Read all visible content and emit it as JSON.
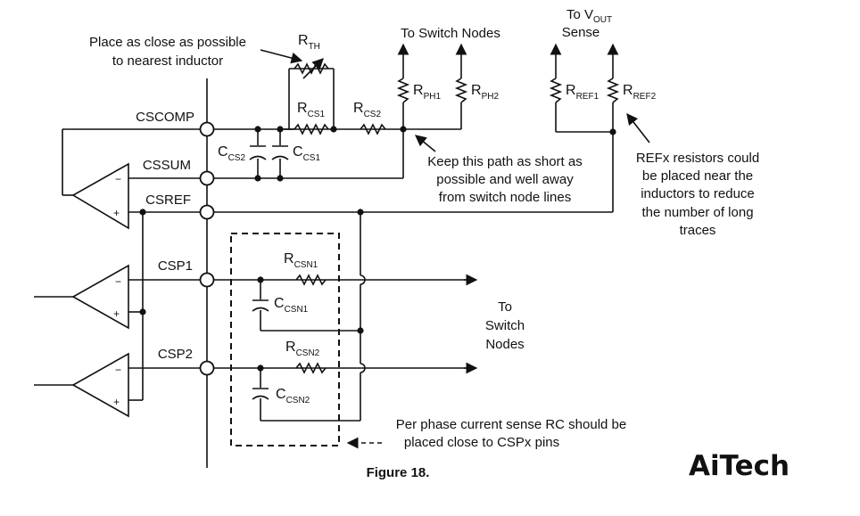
{
  "pins": {
    "cscomp": "CSCOMP",
    "cssum": "CSSUM",
    "csref": "CSREF",
    "csp1": "CSP1",
    "csp2": "CSP2"
  },
  "components": {
    "rth": {
      "base": "R",
      "sub": "TH"
    },
    "rcs1": {
      "base": "R",
      "sub": "CS1"
    },
    "rcs2": {
      "base": "R",
      "sub": "CS2"
    },
    "ccs2": {
      "base": "C",
      "sub": "CS2"
    },
    "ccs1": {
      "base": "C",
      "sub": "CS1"
    },
    "rph1": {
      "base": "R",
      "sub": "PH1"
    },
    "rph2": {
      "base": "R",
      "sub": "PH2"
    },
    "rref1": {
      "base": "R",
      "sub": "REF1"
    },
    "rref2": {
      "base": "R",
      "sub": "REF2"
    },
    "rcsn1": {
      "base": "R",
      "sub": "CSN1"
    },
    "ccsn1": {
      "base": "C",
      "sub": "CSN1"
    },
    "rcsn2": {
      "base": "R",
      "sub": "CSN2"
    },
    "ccsn2": {
      "base": "C",
      "sub": "CSN2"
    }
  },
  "opamp": {
    "minus": "−",
    "plus": "+"
  },
  "notes": {
    "place_close": [
      "Place as close as possible",
      "to nearest inductor"
    ],
    "to_switch_nodes_top": "To Switch Nodes",
    "to_vout": {
      "prefix": "To V",
      "sub": "OUT",
      "line2": "Sense"
    },
    "keep_path": [
      "Keep this path as short as",
      "possible and well away",
      "from switch node lines"
    ],
    "refx": [
      "REFx resistors could",
      "be placed near the",
      "inductors to reduce",
      "the number of long",
      "traces"
    ],
    "to_switch_nodes_right": [
      "To",
      "Switch",
      "Nodes"
    ],
    "per_phase": [
      "Per phase current sense RC should be",
      "placed close to CSPx pins"
    ]
  },
  "caption": "Figure 18.",
  "brand": {
    "logo_text": "AiTech",
    "color": "#5aa64a"
  }
}
